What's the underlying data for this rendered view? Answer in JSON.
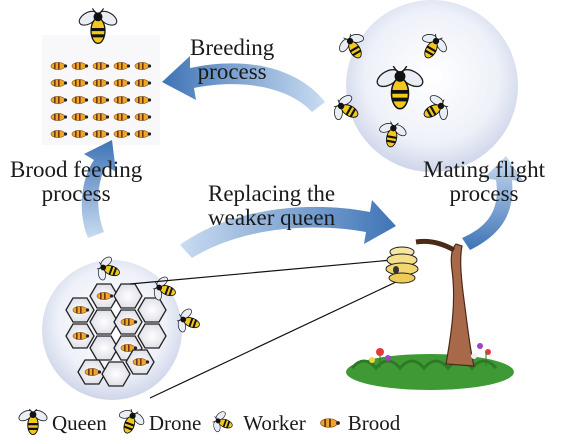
{
  "labels": {
    "breeding": [
      "Breeding",
      "process"
    ],
    "brood_feeding": [
      "Brood feeding",
      "process"
    ],
    "replacing": [
      "Replacing the",
      "weaker queen"
    ],
    "mating": [
      "Mating flight",
      "process"
    ]
  },
  "legend": [
    {
      "icon": "queen-bee-icon",
      "label": "Queen"
    },
    {
      "icon": "drone-bee-icon",
      "label": "Drone"
    },
    {
      "icon": "worker-bee-icon",
      "label": "Worker"
    },
    {
      "icon": "brood-icon",
      "label": "Brood"
    }
  ],
  "colors": {
    "arrow": "#5b8cc4",
    "circle": "#dde3f2",
    "bee_yellow": "#f2c81e",
    "grass": "#3f9a35",
    "trunk": "#a8684a"
  }
}
